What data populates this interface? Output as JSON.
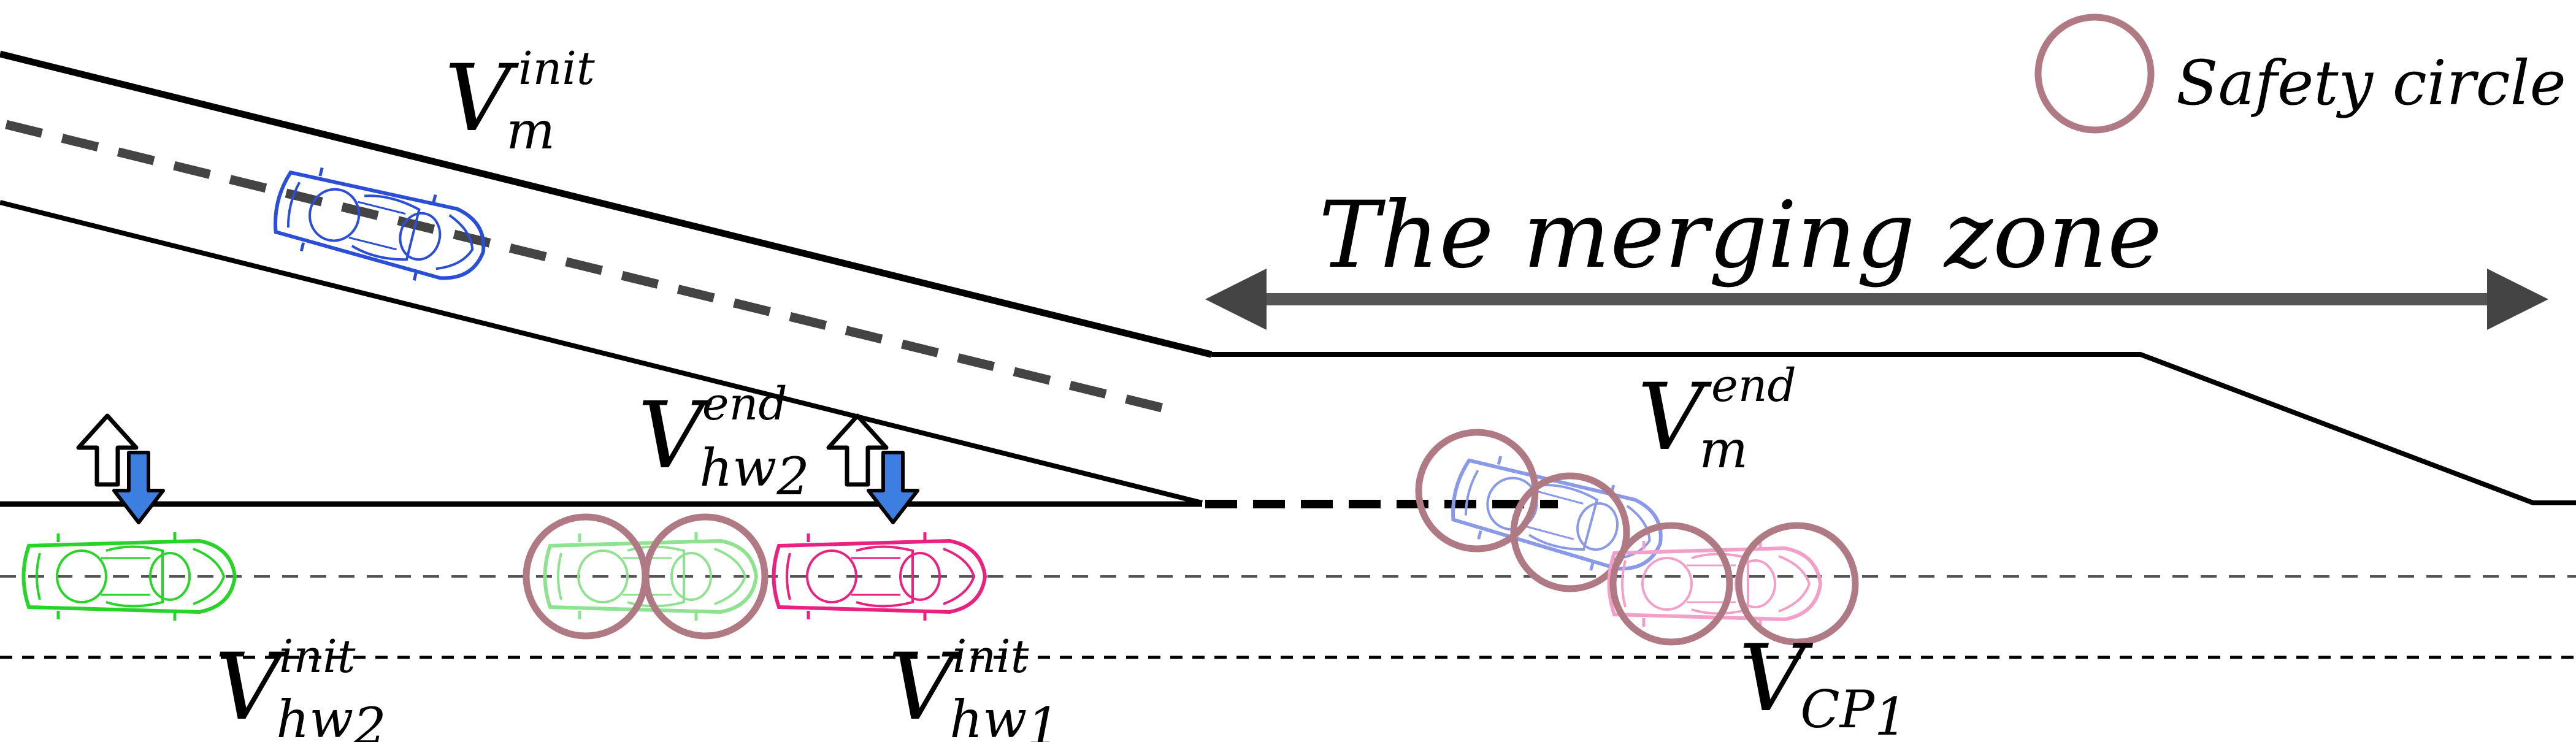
{
  "legend": {
    "label": "Safety circle"
  },
  "zone": {
    "label": "The merging zone"
  },
  "labels": {
    "vm_init": {
      "base": "V",
      "sub": "m",
      "sup": "init"
    },
    "vm_end": {
      "base": "V",
      "sub": "m",
      "sup": "end"
    },
    "vhw2_end": {
      "base": "V",
      "sub": "hw",
      "sub2": "2",
      "sup": "end"
    },
    "vhw2_init": {
      "base": "V",
      "sub": "hw",
      "sub2": "2",
      "sup": "init"
    },
    "vhw1_init": {
      "base": "V",
      "sub": "hw",
      "sub2": "1",
      "sup": "init"
    },
    "vcp1": {
      "base": "V",
      "sub": "CP",
      "sub2": "1"
    }
  },
  "colors": {
    "road": "#000000",
    "merge_vehicle": "#2a4fd6",
    "merge_vehicle_future": "#8a9ae6",
    "hw2_vehicle": "#27d427",
    "hw2_vehicle_future": "#8fe28f",
    "hw1_vehicle": "#e8227f",
    "hw1_vehicle_future": "#f2a0c8",
    "safety_circle": "#b07a85",
    "zone_arrow": "#555555",
    "accel_arrow": "#3d7fe0"
  }
}
